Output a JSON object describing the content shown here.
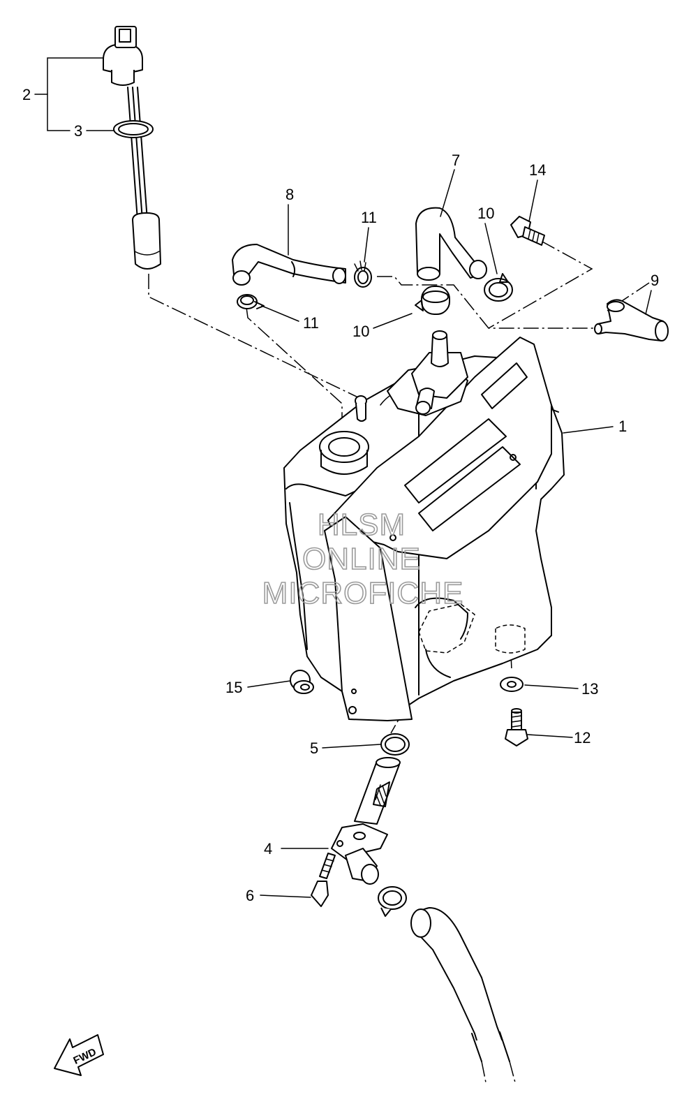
{
  "diagram": {
    "callouts": [
      {
        "id": "c1",
        "text": "1"
      },
      {
        "id": "c2",
        "text": "2"
      },
      {
        "id": "c3",
        "text": "3"
      },
      {
        "id": "c4",
        "text": "4"
      },
      {
        "id": "c5",
        "text": "5"
      },
      {
        "id": "c6",
        "text": "6"
      },
      {
        "id": "c7",
        "text": "7"
      },
      {
        "id": "c8",
        "text": "8"
      },
      {
        "id": "c9",
        "text": "9"
      },
      {
        "id": "c10a",
        "text": "10"
      },
      {
        "id": "c10b",
        "text": "10"
      },
      {
        "id": "c11a",
        "text": "11"
      },
      {
        "id": "c11b",
        "text": "11"
      },
      {
        "id": "c12",
        "text": "12"
      },
      {
        "id": "c13",
        "text": "13"
      },
      {
        "id": "c14",
        "text": "14"
      },
      {
        "id": "c15",
        "text": "15"
      }
    ],
    "watermark": [
      "HLSM",
      "ONLINE",
      "MICROFICHE"
    ],
    "fwd_label": "FWD"
  }
}
